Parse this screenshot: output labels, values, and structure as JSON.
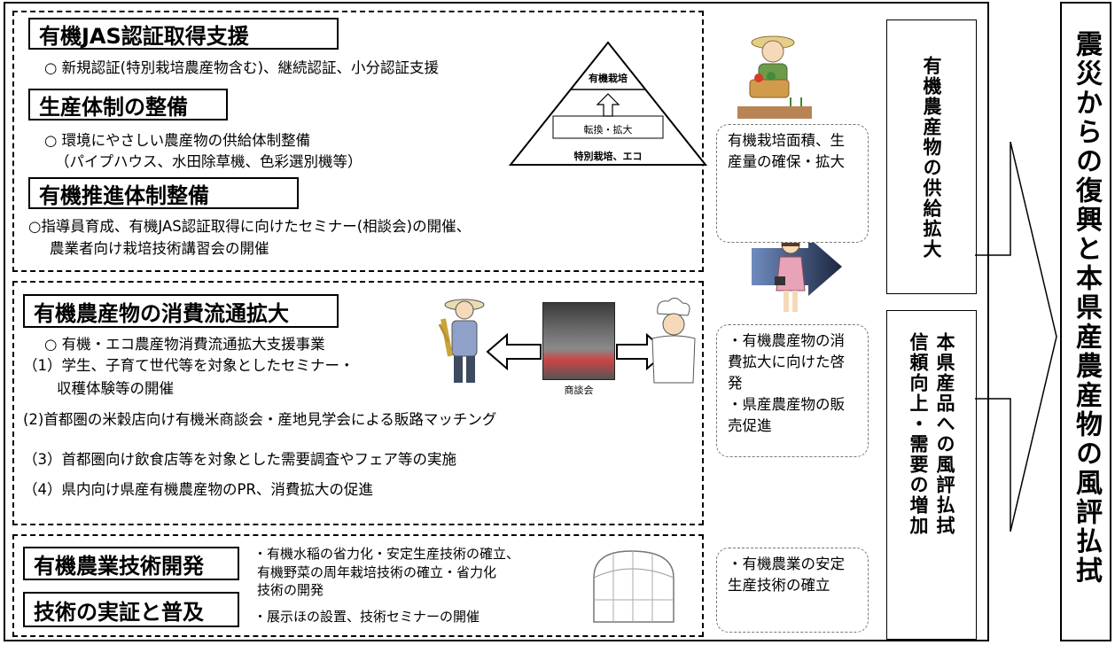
{
  "sections": {
    "jas": {
      "title": "有機JAS認証取得支援",
      "line1": "○ 新規認証(特別栽培農産物含む)、継続認証、小分認証支援"
    },
    "production": {
      "title": "生産体制の整備",
      "line1": "○ 環境にやさしい農産物の供給体制整備",
      "line2": "（パイプハウス、水田除草機、色彩選別機等）"
    },
    "promotion": {
      "title": "有機推進体制整備",
      "line1": "○指導員育成、有機JAS認証取得に向けたセミナー(相談会)の開催、",
      "line2": "農業者向け栽培技術講習会の開催"
    },
    "distribution": {
      "title": "有機農産物の消費流通拡大",
      "line1": "○ 有機・エコ農産物消費流通拡大支援事業",
      "line2": "（1）学生、子育て世代等を対象としたセミナー・",
      "line3": "収穫体験等の開催",
      "line4": "(2)首都圏の米穀店向け有機米商談会・産地見学会による販路マッチング",
      "line5": "（3）首都圏向け飲食店等を対象とした需要調査やフェア等の実施",
      "line6": "（4）県内向け県産有機農産物のPR、消費拡大の促進",
      "photo_caption": "商談会"
    },
    "tech": {
      "title1": "有機農業技術開発",
      "title2": "技術の実証と普及",
      "line1": "・有機水稲の省力化・安定生産技術の確立、",
      "line2": "有機野菜の周年栽培技術の確立・省力化",
      "line3": "技術の開発",
      "line4": "・展示ほの設置、技術セミナーの開催"
    }
  },
  "pyramid": {
    "top": "有機栽培",
    "middle": "転換・拡大",
    "bottom": "特別栽培、エコ"
  },
  "outcomes": {
    "supply": "有機栽培面積、生産量の確保・拡大",
    "consumption": "・有機農産物の消費拡大に向けた啓発\n・県産農産物の販売促進",
    "technology": "・有機農業の安定生産技術の確立"
  },
  "goals": {
    "supply_expansion": "有機農産物の供給拡大",
    "trust_line1": "信頼向上・需要の増加",
    "trust_line2": "本県産品への風評払拭",
    "final": "震災からの復興と本県産農産物の風評払拭"
  }
}
